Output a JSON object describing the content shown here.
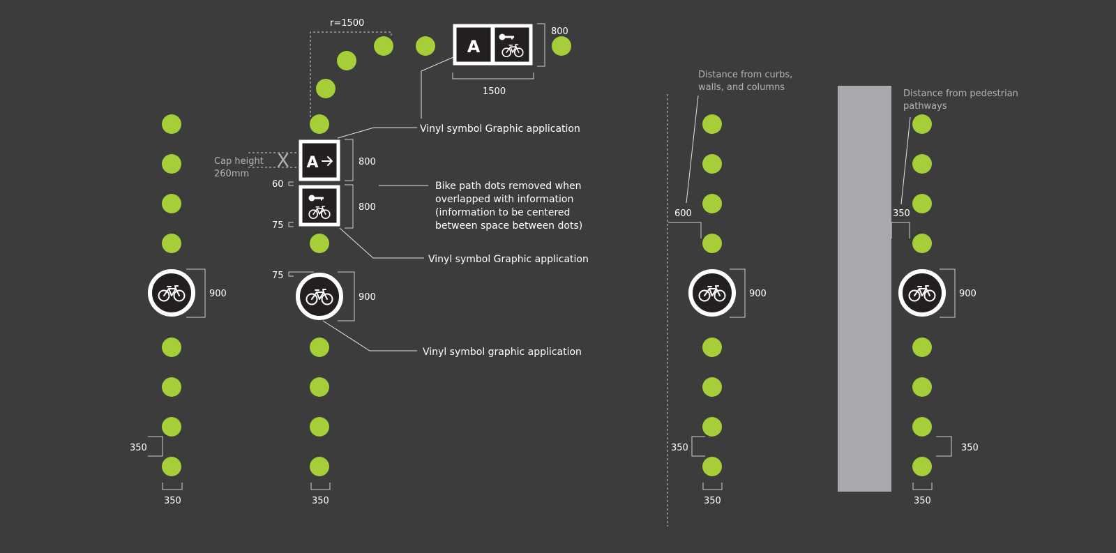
{
  "colors": {
    "background": "#3c3c3c",
    "dot": "#a6ce39",
    "sign_fill": "#231f20",
    "sign_border": "#ffffff",
    "pillar": "#a7a9ac"
  },
  "labels": {
    "radius": "r=1500",
    "dim_800": "800",
    "dim_1500": "1500",
    "dim_900": "900",
    "dim_350": "350",
    "dim_600": "600",
    "dim_60": "60",
    "dim_75": "75",
    "cap_x": "X",
    "cap_height_line1": "Cap height",
    "cap_height_line2": "260mm"
  },
  "signs": {
    "letter": "A"
  },
  "callouts": {
    "vinyl_top": "Vinyl symbol Graphic application",
    "bike_removed_1": "Bike path dots removed when",
    "bike_removed_2": "overlapped with information",
    "bike_removed_3": "(information to be centered",
    "bike_removed_4": "between space between dots)",
    "vinyl_mid": "Vinyl symbol Graphic application",
    "vinyl_bottom": "Vinyl symbol graphic application"
  },
  "notes": {
    "curbs_1": "Distance from curbs,",
    "curbs_2": "walls, and columns",
    "pedestrian_1": "Distance from pedestrian",
    "pedestrian_2": "pathways"
  },
  "icons": {
    "bike": "bicycle-icon",
    "key": "key-icon",
    "arrow": "arrow-right-icon"
  }
}
